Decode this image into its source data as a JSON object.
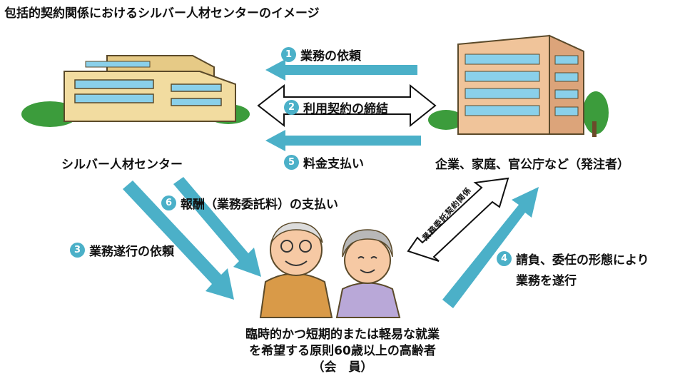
{
  "title": "包括的契約関係におけるシルバー人材センターのイメージ",
  "left_party": "シルバー人材センター",
  "right_party": "企業、家庭、官公庁など（発注者）",
  "members": {
    "line1": "臨時的かつ短期的または軽易な就業",
    "line2": "を希望する原則60歳以上の高齢者",
    "line3": "（会　員）"
  },
  "steps": [
    {
      "num": "1",
      "label": "業務の依頼"
    },
    {
      "num": "2",
      "label": "利用契約の締結"
    },
    {
      "num": "3",
      "label": "業務遂行の依頼"
    },
    {
      "num": "4",
      "label_line1": "請負、委任の形態により",
      "label_line2": "業務を遂行"
    },
    {
      "num": "5",
      "label": "料金支払い"
    },
    {
      "num": "6",
      "label": "報酬（業務委託料）の支払い"
    }
  ],
  "diagonal_contract_label": "業務委託契約関係",
  "colors": {
    "arrow": "#4bb0c8",
    "number_badge": "#4bb0c8"
  },
  "icons": [
    "silver-center-building-icon",
    "client-office-building-icon",
    "elderly-couple-icon"
  ]
}
